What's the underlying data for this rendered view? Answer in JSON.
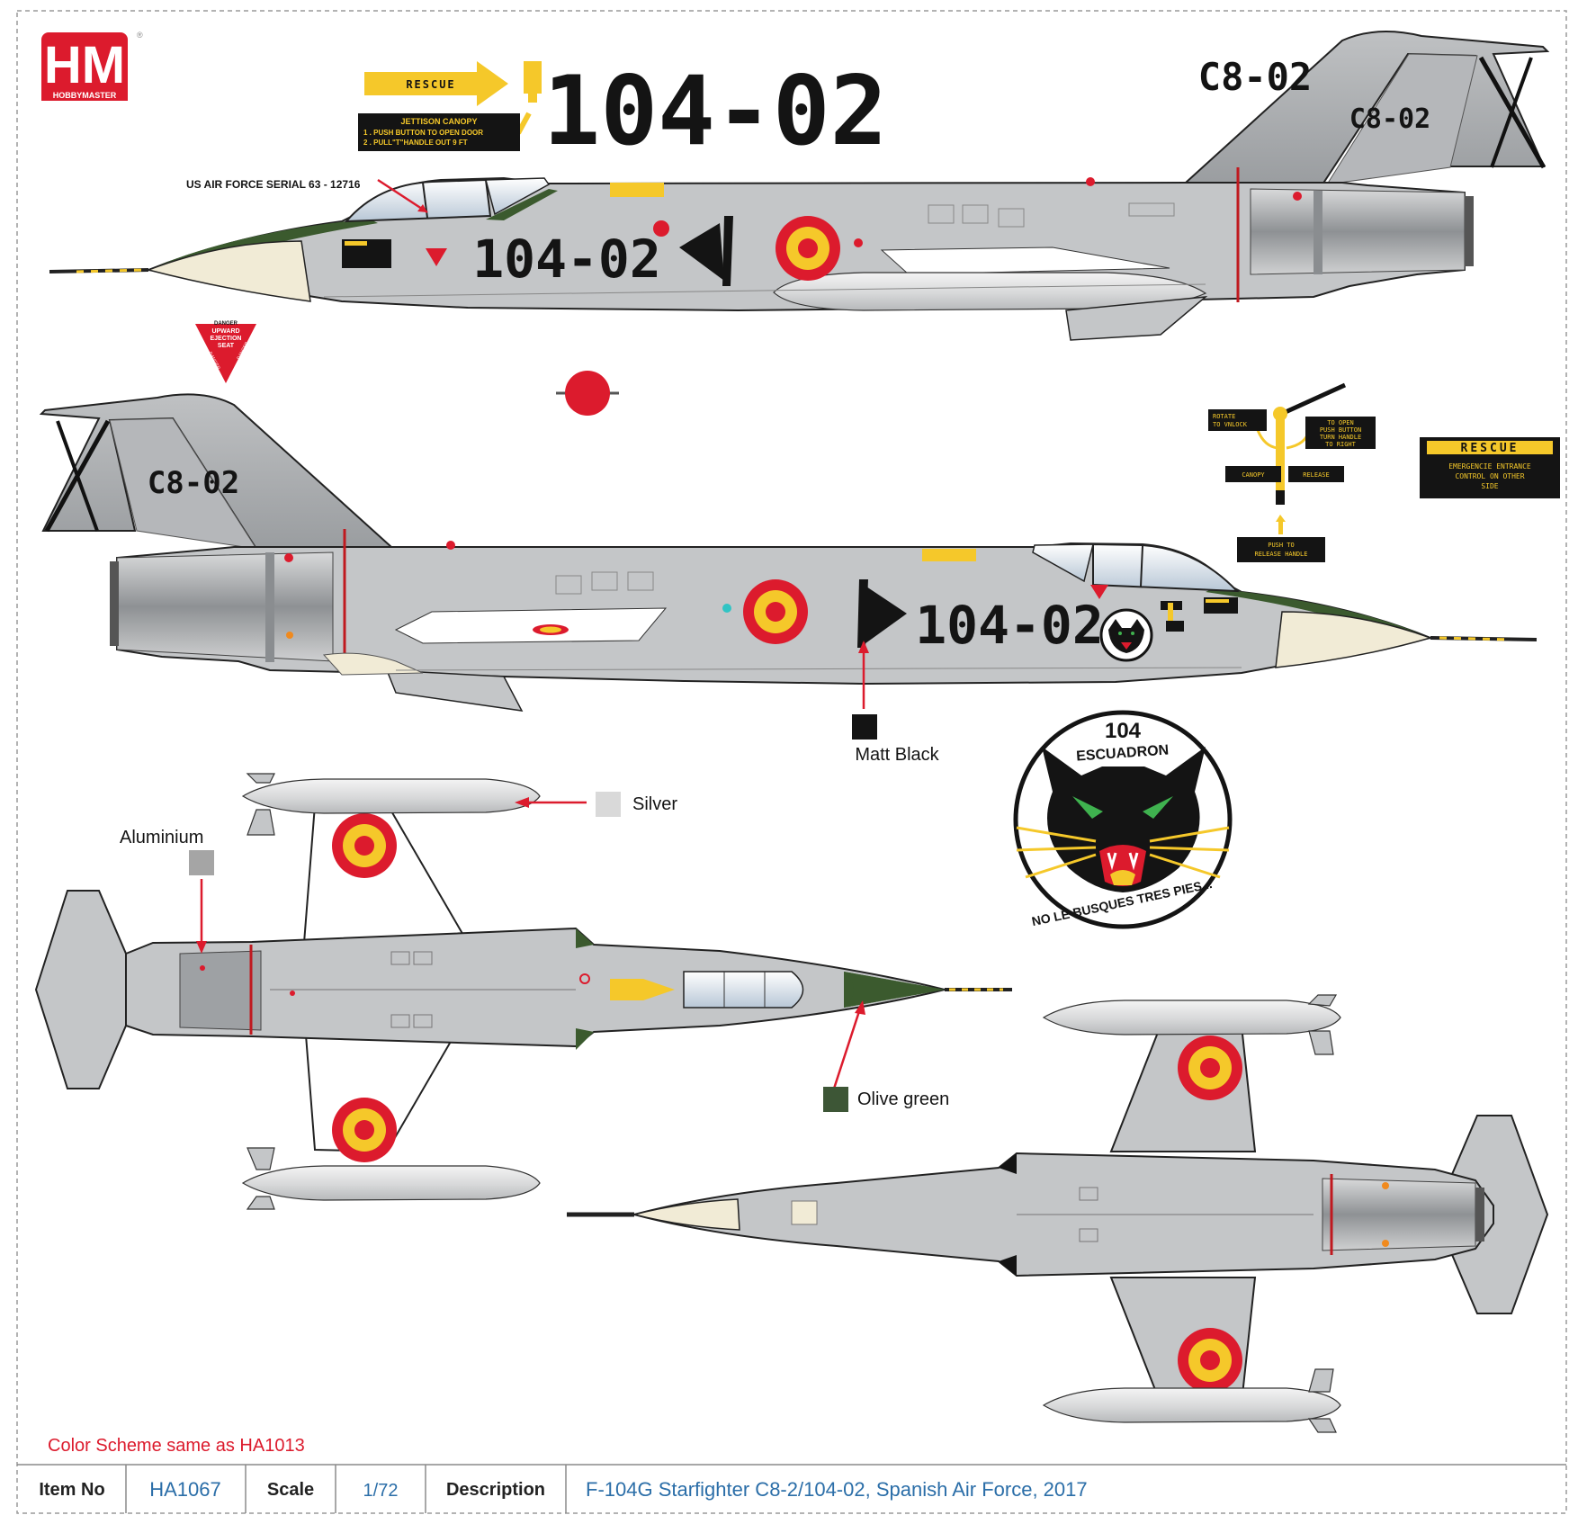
{
  "brand": {
    "logo": "HM",
    "name": "HOBBYMASTER",
    "reg": "®"
  },
  "colors": {
    "grey": "#c4c6c8",
    "grey_dark": "#9ea1a4",
    "grey_light": "#dcdedf",
    "olive": "#3b5a2e",
    "cream": "#f1ebd6",
    "red": "#dc1b2d",
    "yellow": "#f5c82a",
    "black": "#141414",
    "silver": "#d9d9d9",
    "aluminium": "#a5a5a5",
    "olive_swatch": "#3d5636",
    "blue_text": "#2b6ea8"
  },
  "rescue_decal": {
    "arrow_label": "RESCUE",
    "box_title": "JETTISON CANOPY",
    "box_line1": "1 . PUSH BUTTON TO OPEN DOOR",
    "box_line2": "2 . PULL\"T\"HANDLE OUT 9 FT"
  },
  "big_serial": "104-02",
  "tail_code": "C8-02",
  "fuselage_serial": "104-02",
  "usaf_serial_note": "US AIR FORCE SERIAL 63 - 12716",
  "danger_decal": {
    "top": "DANGER",
    "l1": "UPWARD",
    "l2": "EJECTION",
    "l3": "SEAT",
    "left": "DANGER",
    "right": "DANGER"
  },
  "canopy_decal": {
    "rotate": "ROTATE\nTO VNLOCK",
    "to_open": "TO OPEN\nPUSH BUTTON\nTURN HANDLE\nTO RIGHT",
    "canopy": "CANOPY",
    "release": "RELEASE",
    "push": "PUSH TO\nRELEASE HANDLE"
  },
  "rescue_box": {
    "title": "RESCUE",
    "text": "EMERGENCIE ENTRANCE\nCONTROL ON OTHER\nSIDE"
  },
  "paint_labels": {
    "matt_black": "Matt Black",
    "silver": "Silver",
    "aluminium": "Aluminium",
    "olive_green": "Olive green"
  },
  "squadron_badge": {
    "number": "104",
    "top": "ESCUADRON",
    "bottom": "NO LE BUSQUES TRES PIES..."
  },
  "color_note": "Color Scheme same as HA1013",
  "info_bar": {
    "item_label": "Item No",
    "item_value": "HA1067",
    "scale_label": "Scale",
    "scale_value": "1/72",
    "desc_label": "Description",
    "desc_value": "F-104G Starfighter C8-2/104-02, Spanish Air Force, 2017"
  }
}
